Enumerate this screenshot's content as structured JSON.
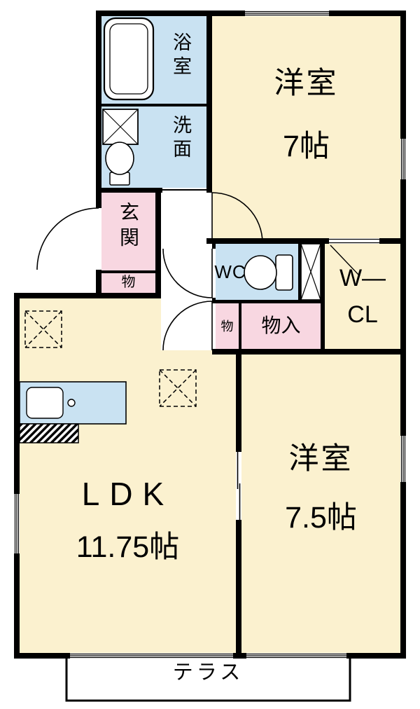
{
  "colors": {
    "room": "#FBF1CF",
    "wet": "#C9E2F2",
    "storage": "#F8D7E1",
    "counter": "#C9E2F2",
    "wall": "#000000",
    "page": "#FFFFFF"
  },
  "rooms": {
    "bath": {
      "label": "浴室"
    },
    "washroom": {
      "label": "洗面"
    },
    "bedroom1": {
      "label": "洋室",
      "size": "7帖"
    },
    "entrance": {
      "label": "玄関"
    },
    "entrance_storage": {
      "label": "物"
    },
    "wc": {
      "label": "WC"
    },
    "hall_storage": {
      "label": "物"
    },
    "closet": {
      "label": "物入"
    },
    "walk_in_closet": {
      "line1": "W—",
      "line2": "CL"
    },
    "ldk": {
      "label": "LDK",
      "size": "11.75帖"
    },
    "bedroom2": {
      "label": "洋室",
      "size": "7.5帖"
    },
    "terrace": {
      "label": "テラス"
    }
  }
}
